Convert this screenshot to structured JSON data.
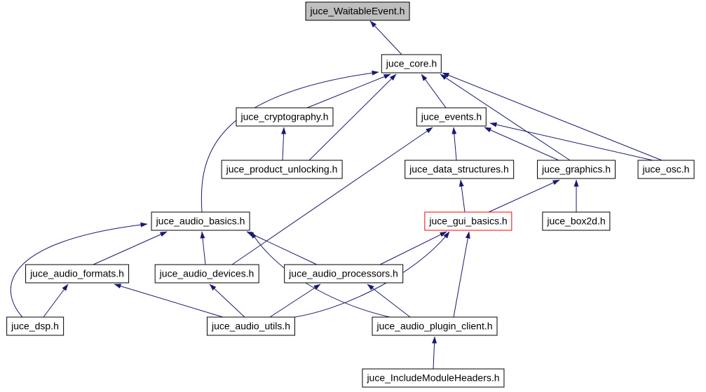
{
  "diagram": {
    "type": "include-dependency-graph",
    "root_file": "juce_WaitableEvent.h",
    "colors": {
      "edge_color": "#191970",
      "node_border_color": "#000000",
      "node_fill": "#ffffff",
      "root_fill": "#bfbfbf",
      "highlight_border": "#ff0000",
      "background": "#ffffff"
    },
    "nodes": [
      {
        "id": "waitable_event",
        "label": "juce_WaitableEvent.h",
        "role": "root"
      },
      {
        "id": "core",
        "label": "juce_core.h",
        "role": "normal"
      },
      {
        "id": "cryptography",
        "label": "juce_cryptography.h",
        "role": "normal"
      },
      {
        "id": "events",
        "label": "juce_events.h",
        "role": "normal"
      },
      {
        "id": "product_unlocking",
        "label": "juce_product_unlocking.h",
        "role": "normal"
      },
      {
        "id": "data_structures",
        "label": "juce_data_structures.h",
        "role": "normal"
      },
      {
        "id": "graphics",
        "label": "juce_graphics.h",
        "role": "normal"
      },
      {
        "id": "osc",
        "label": "juce_osc.h",
        "role": "normal"
      },
      {
        "id": "audio_basics",
        "label": "juce_audio_basics.h",
        "role": "normal"
      },
      {
        "id": "gui_basics",
        "label": "juce_gui_basics.h",
        "role": "highlight"
      },
      {
        "id": "box2d",
        "label": "juce_box2d.h",
        "role": "normal"
      },
      {
        "id": "audio_formats",
        "label": "juce_audio_formats.h",
        "role": "normal"
      },
      {
        "id": "audio_devices",
        "label": "juce_audio_devices.h",
        "role": "normal"
      },
      {
        "id": "audio_processors",
        "label": "juce_audio_processors.h",
        "role": "normal"
      },
      {
        "id": "dsp",
        "label": "juce_dsp.h",
        "role": "normal"
      },
      {
        "id": "audio_utils",
        "label": "juce_audio_utils.h",
        "role": "normal"
      },
      {
        "id": "audio_plugin_client",
        "label": "juce_audio_plugin_client.h",
        "role": "normal"
      },
      {
        "id": "include_module_headers",
        "label": "juce_IncludeModuleHeaders.h",
        "role": "normal"
      }
    ],
    "edges": [
      {
        "from": "juce_core.h",
        "to": "juce_WaitableEvent.h"
      },
      {
        "from": "juce_cryptography.h",
        "to": "juce_core.h"
      },
      {
        "from": "juce_events.h",
        "to": "juce_core.h"
      },
      {
        "from": "juce_product_unlocking.h",
        "to": "juce_core.h"
      },
      {
        "from": "juce_product_unlocking.h",
        "to": "juce_cryptography.h"
      },
      {
        "from": "juce_audio_basics.h",
        "to": "juce_core.h"
      },
      {
        "from": "juce_data_structures.h",
        "to": "juce_events.h"
      },
      {
        "from": "juce_graphics.h",
        "to": "juce_events.h"
      },
      {
        "from": "juce_graphics.h",
        "to": "juce_core.h"
      },
      {
        "from": "juce_osc.h",
        "to": "juce_events.h"
      },
      {
        "from": "juce_osc.h",
        "to": "juce_core.h"
      },
      {
        "from": "juce_gui_basics.h",
        "to": "juce_data_structures.h"
      },
      {
        "from": "juce_gui_basics.h",
        "to": "juce_graphics.h"
      },
      {
        "from": "juce_box2d.h",
        "to": "juce_graphics.h"
      },
      {
        "from": "juce_audio_formats.h",
        "to": "juce_audio_basics.h"
      },
      {
        "from": "juce_audio_devices.h",
        "to": "juce_audio_basics.h"
      },
      {
        "from": "juce_audio_devices.h",
        "to": "juce_events.h"
      },
      {
        "from": "juce_audio_processors.h",
        "to": "juce_audio_basics.h"
      },
      {
        "from": "juce_audio_processors.h",
        "to": "juce_gui_basics.h"
      },
      {
        "from": "juce_dsp.h",
        "to": "juce_audio_formats.h"
      },
      {
        "from": "juce_dsp.h",
        "to": "juce_audio_basics.h"
      },
      {
        "from": "juce_audio_utils.h",
        "to": "juce_audio_formats.h"
      },
      {
        "from": "juce_audio_utils.h",
        "to": "juce_audio_devices.h"
      },
      {
        "from": "juce_audio_utils.h",
        "to": "juce_audio_processors.h"
      },
      {
        "from": "juce_audio_utils.h",
        "to": "juce_gui_basics.h"
      },
      {
        "from": "juce_audio_plugin_client.h",
        "to": "juce_audio_basics.h"
      },
      {
        "from": "juce_audio_plugin_client.h",
        "to": "juce_audio_processors.h"
      },
      {
        "from": "juce_audio_plugin_client.h",
        "to": "juce_gui_basics.h"
      },
      {
        "from": "juce_IncludeModuleHeaders.h",
        "to": "juce_audio_plugin_client.h"
      }
    ]
  }
}
